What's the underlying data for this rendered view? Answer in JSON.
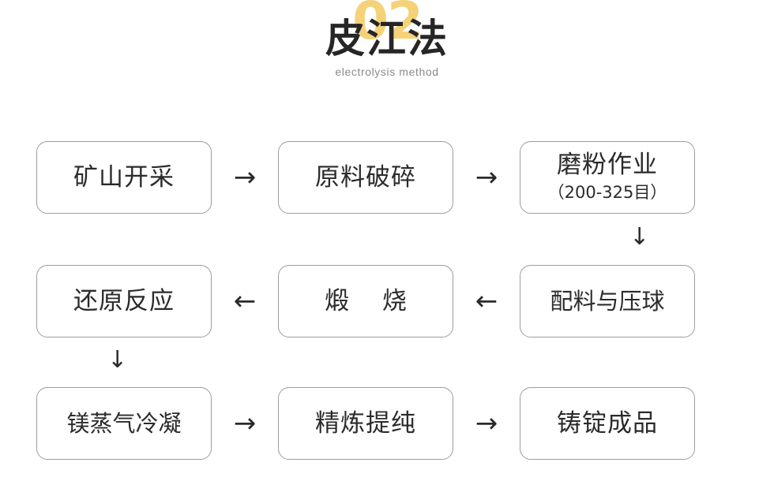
{
  "header": {
    "bg_number": "02",
    "title": "皮江法",
    "subtitle": "electrolysis method",
    "accent_color": "#f5d278",
    "title_color": "#262626",
    "subtitle_color": "#8a8a8a"
  },
  "flow": {
    "border_color": "#9d9d9d",
    "text_color": "#2b2b2b",
    "arrows": {
      "right": "→",
      "left": "←",
      "down": "↓"
    },
    "rows": [
      {
        "direction": "right",
        "nodes": [
          {
            "label": "矿山开采",
            "sub": ""
          },
          {
            "label": "原料破碎",
            "sub": ""
          },
          {
            "label": "磨粉作业",
            "sub": "（200-325目）"
          }
        ]
      },
      {
        "direction": "left",
        "nodes": [
          {
            "label": "还原反应",
            "sub": ""
          },
          {
            "label": "煅 烧",
            "sub": ""
          },
          {
            "label": "配料与压球",
            "sub": ""
          }
        ]
      },
      {
        "direction": "right",
        "nodes": [
          {
            "label": "镁蒸气冷凝",
            "sub": ""
          },
          {
            "label": "精炼提纯",
            "sub": ""
          },
          {
            "label": "铸锭成品",
            "sub": ""
          }
        ]
      }
    ],
    "connectors": [
      {
        "name": "down-right",
        "glyph": "↓"
      },
      {
        "name": "down-left",
        "glyph": "↓"
      }
    ]
  }
}
